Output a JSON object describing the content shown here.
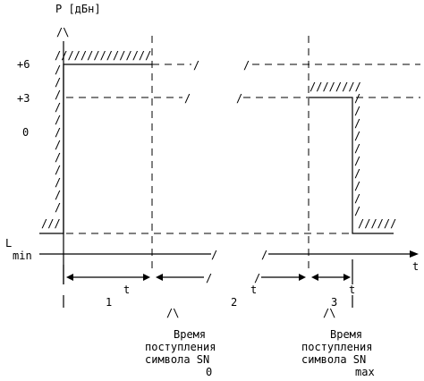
{
  "axis": {
    "y_label": "P [дБн]",
    "y_arrow": "/\\",
    "ticks": [
      "+6",
      "+3",
      "0"
    ],
    "l_label": "L",
    "l_sub": "min",
    "x_label": "t"
  },
  "intervals": {
    "t1": "t",
    "t2": "t",
    "t3": "t",
    "n1": "1",
    "n2": "2",
    "n3": "3"
  },
  "annotations": {
    "arrow_up_1": "/\\",
    "arrow_up_2": "/\\",
    "event1": {
      "line1": "Время",
      "line2": "поступления",
      "line3": "символа SN",
      "sub": "0"
    },
    "event2": {
      "line1": "Время",
      "line2": "поступления",
      "line3": "символа SN",
      "sub": "max"
    }
  },
  "hatch": {
    "top_left": "///////////////",
    "top_right": "////////",
    "bottom_left": "///",
    "bottom_right": "//////",
    "slash": "/",
    "break_slash": "/"
  }
}
